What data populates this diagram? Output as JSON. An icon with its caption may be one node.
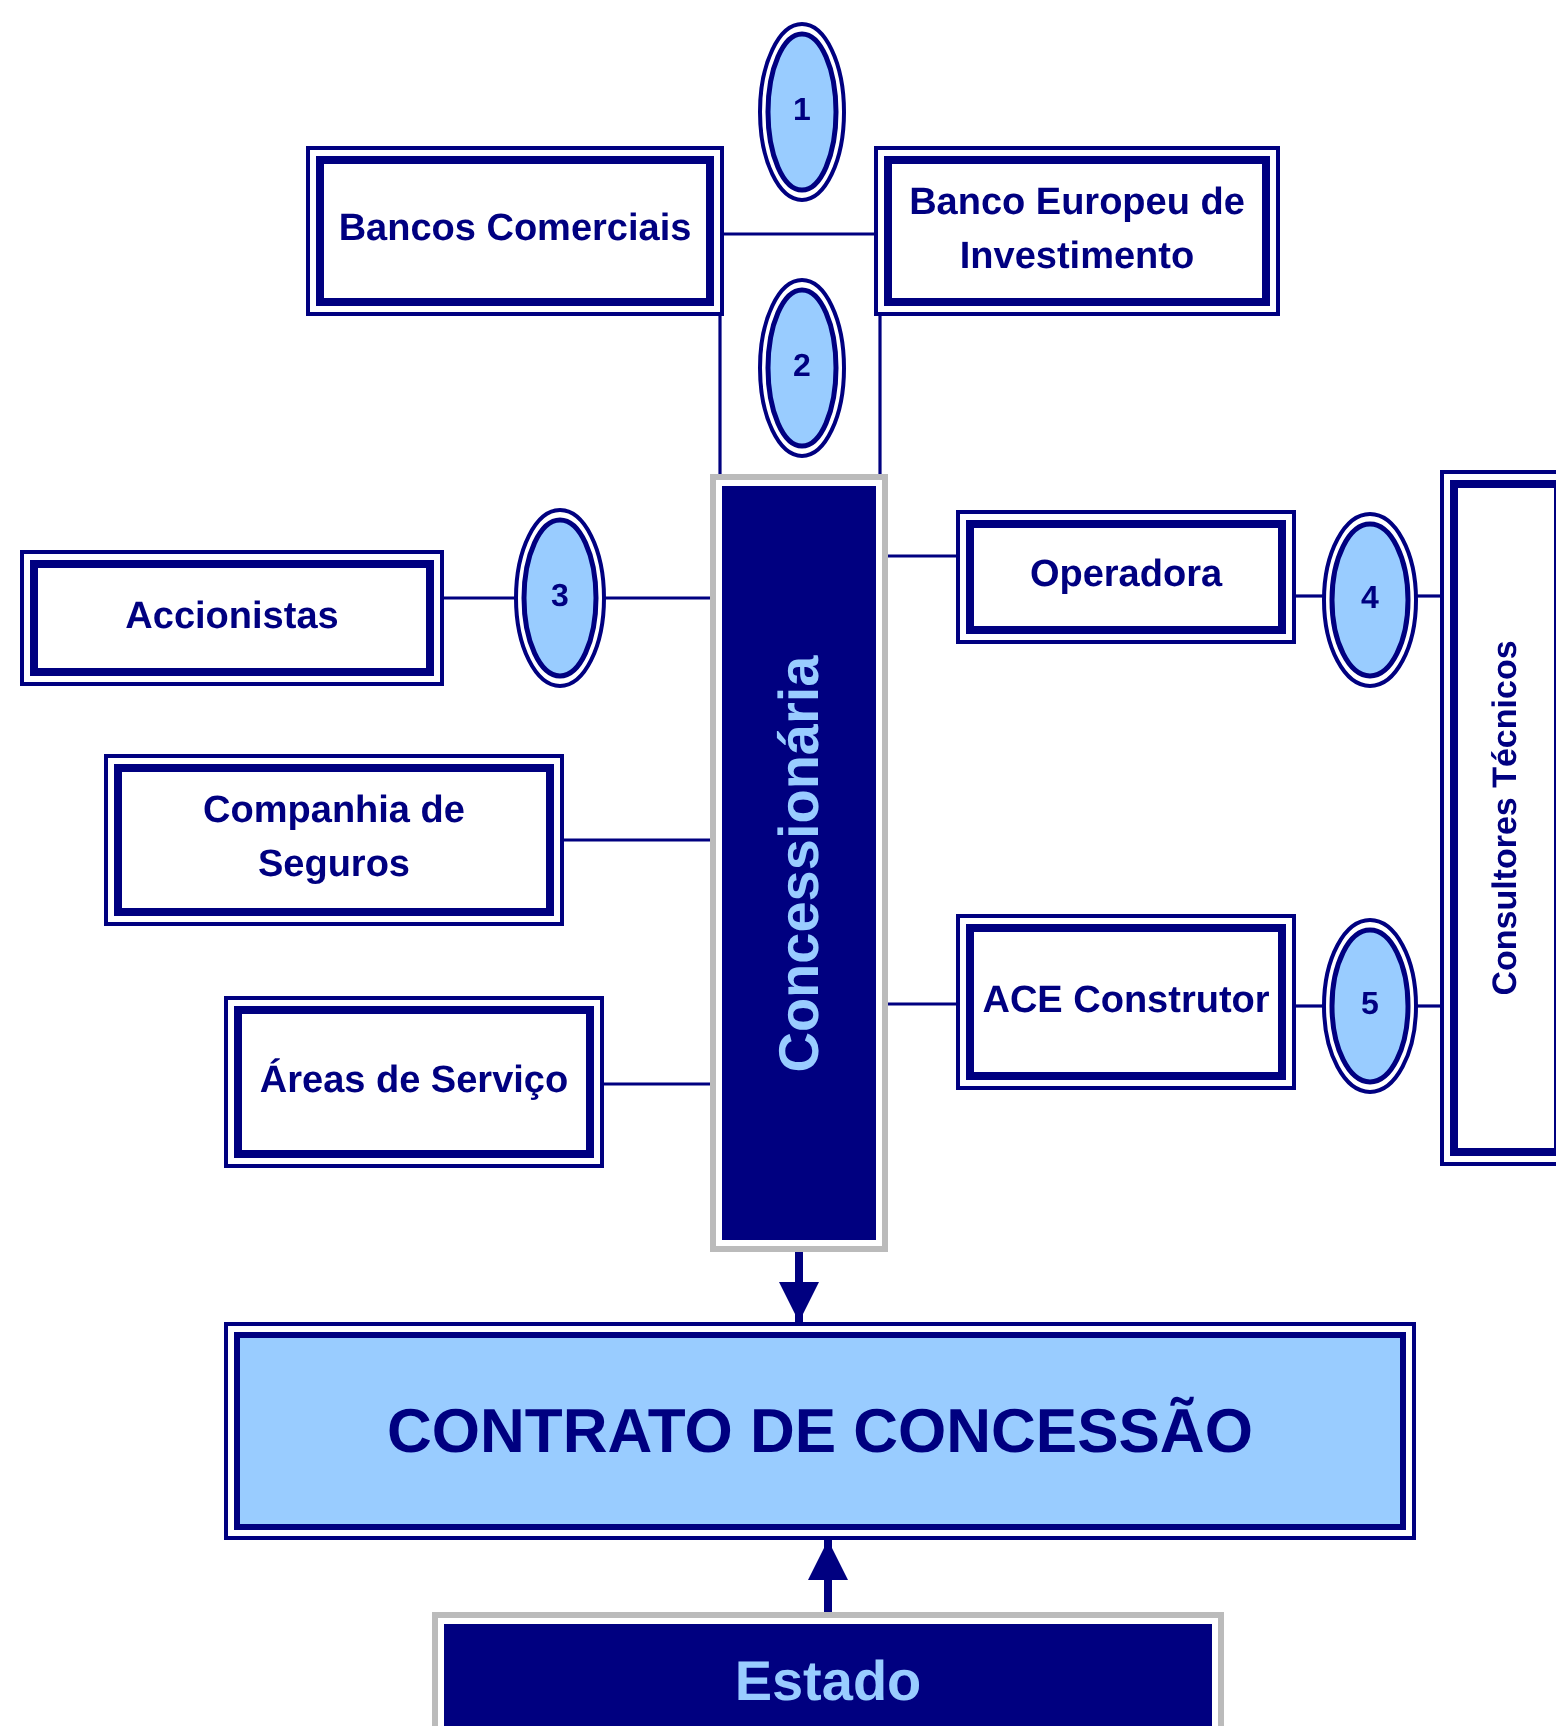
{
  "diagram": {
    "nodes": [
      {
        "text": [
          "1"
        ]
      },
      {
        "text": [
          "Bancos Comerciais"
        ]
      },
      {
        "text": [
          "Banco Europeu de Investimento"
        ]
      },
      {
        "text": [
          "2"
        ]
      },
      {
        "text": [
          "Accionistas"
        ]
      },
      {
        "text": [
          "3"
        ]
      },
      {
        "text": [
          "Concessionária"
        ]
      },
      {
        "text": [
          "Operadora"
        ]
      },
      {
        "text": [
          "4"
        ]
      },
      {
        "text": [
          "Consultores Técnicos"
        ]
      },
      {
        "text": [
          "Companhia de Seguros"
        ]
      },
      {
        "text": [
          "ACE Construtor"
        ]
      },
      {
        "text": [
          "5"
        ]
      },
      {
        "text": [
          "Áreas de Serviço"
        ]
      },
      {
        "text": [
          "CONTRATO DE CONCESSÃO"
        ]
      },
      {
        "text": [
          "Estado"
        ]
      }
    ],
    "edges": [
      {
        "from": 1,
        "to": 2,
        "arrow": "none"
      },
      {
        "from": 1,
        "to": 6,
        "arrow": "none"
      },
      {
        "from": 2,
        "to": 6,
        "arrow": "none"
      },
      {
        "from": 4,
        "to": 5,
        "arrow": "none"
      },
      {
        "from": 5,
        "to": 6,
        "arrow": "none"
      },
      {
        "from": 6,
        "to": 7,
        "arrow": "none"
      },
      {
        "from": 7,
        "to": 8,
        "arrow": "none"
      },
      {
        "from": 8,
        "to": 9,
        "arrow": "none"
      },
      {
        "from": 6,
        "to": 10,
        "arrow": "none"
      },
      {
        "from": 6,
        "to": 11,
        "arrow": "none"
      },
      {
        "from": 11,
        "to": 12,
        "arrow": "none"
      },
      {
        "from": 12,
        "to": 9,
        "arrow": "none"
      },
      {
        "from": 6,
        "to": 13,
        "arrow": "none"
      },
      {
        "from": 6,
        "to": 14,
        "arrow": "to",
        "style": "thick"
      },
      {
        "from": 15,
        "to": 14,
        "arrow": "to",
        "style": "thick"
      }
    ]
  }
}
